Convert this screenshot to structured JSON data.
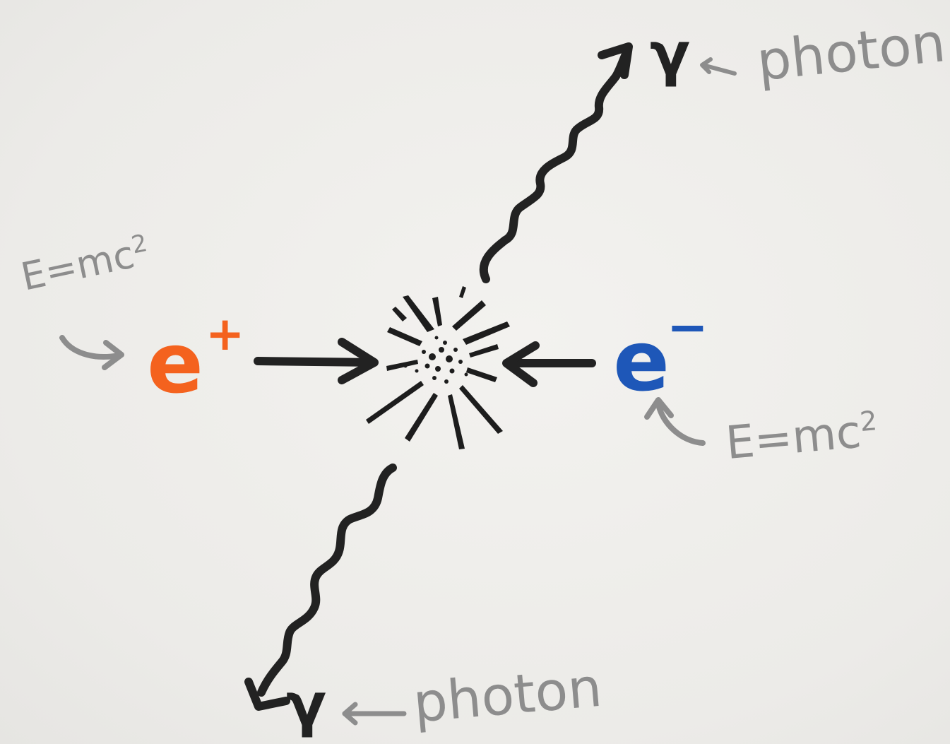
{
  "diagram": {
    "positron": {
      "symbol": "e",
      "charge": "+",
      "energy_label": "E=mc",
      "energy_exponent": "2"
    },
    "electron": {
      "symbol": "e",
      "charge": "−",
      "energy_label": "E=mc",
      "energy_exponent": "2"
    },
    "photon_top": {
      "symbol": "γ",
      "label": "photon"
    },
    "photon_bottom": {
      "symbol": "γ",
      "label": "photon"
    }
  },
  "colors": {
    "positron": "#f4621e",
    "electron": "#1e57b8",
    "ink": "#222222",
    "annotation": "#8d8d8d"
  }
}
